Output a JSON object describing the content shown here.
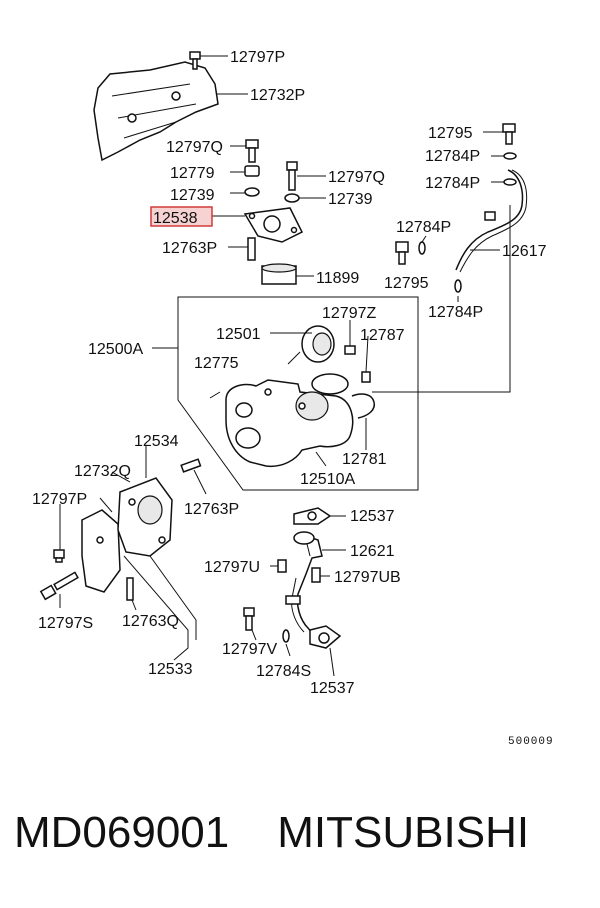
{
  "labels": {
    "p12797P_top": "12797P",
    "p12732P_top": "12732P",
    "p12797Q_a": "12797Q",
    "p12779": "12779",
    "p12797Q_b": "12797Q",
    "p12739_a": "12739",
    "p12739_b": "12739",
    "p12538": "12538",
    "p12763P_top": "12763P",
    "p11899": "11899",
    "p12795_a": "12795",
    "p12784P_a": "12784P",
    "p12784P_b": "12784P",
    "p12784P_c": "12784P",
    "p12617": "12617",
    "p12795_b": "12795",
    "p12784P_d": "12784P",
    "p12500A": "12500A",
    "p12797Z": "12797Z",
    "p12501": "12501",
    "p12787": "12787",
    "p12775": "12775",
    "p12781": "12781",
    "p12510A": "12510A",
    "p12534": "12534",
    "p12732Q": "12732Q",
    "p12797P_low": "12797P",
    "p12763P_low": "12763P",
    "p12797S": "12797S",
    "p12763Q": "12763Q",
    "p12533": "12533",
    "p12537_a": "12537",
    "p12621": "12621",
    "p12797U": "12797U",
    "p12797UB": "12797UB",
    "p12797V": "12797V",
    "p12784S": "12784S",
    "p12537_b": "12537"
  },
  "diagram_code": "500009",
  "caption": {
    "part_number": "MD069001",
    "brand": "MITSUBISHI"
  },
  "highlight_color": "#d23b3b",
  "highlight_fill": "#f6d2d2"
}
